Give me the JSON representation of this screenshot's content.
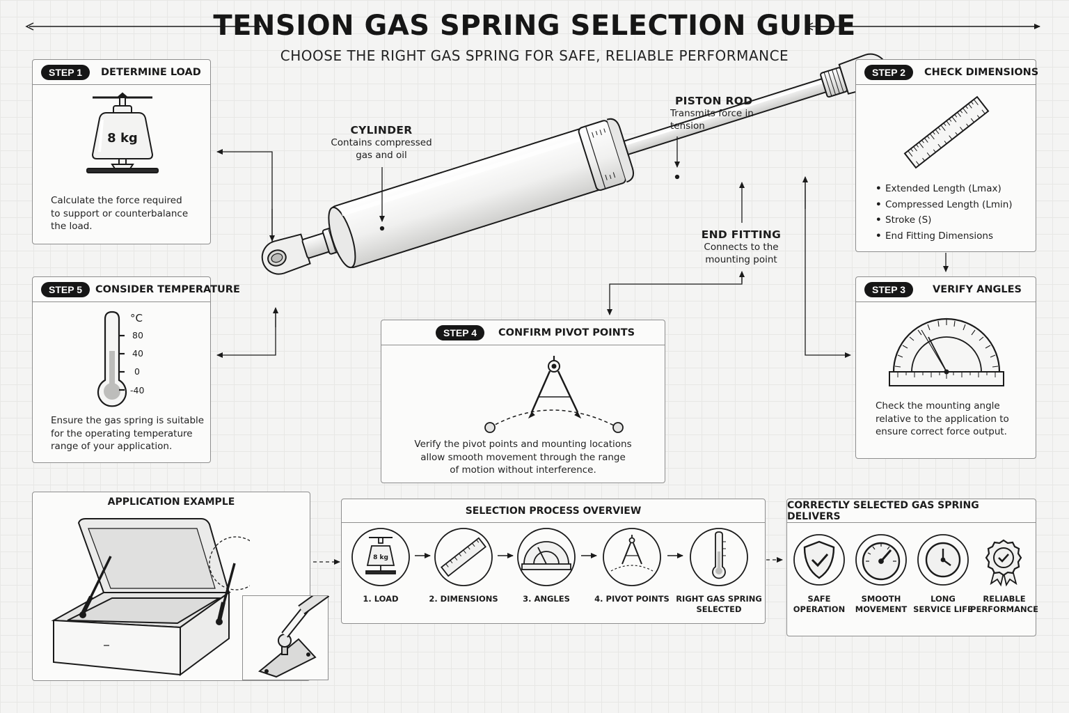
{
  "header": {
    "title": "TENSION GAS SPRING SELECTION GUIDE",
    "subtitle": "CHOOSE THE RIGHT GAS SPRING FOR SAFE, RELIABLE PERFORMANCE"
  },
  "step1": {
    "badge": "STEP 1",
    "title": "DETERMINE LOAD",
    "weight_label": "8 kg",
    "text": "Calculate the force required\nto support or counterbalance\nthe load."
  },
  "step2": {
    "badge": "STEP 2",
    "title": "CHECK DIMENSIONS",
    "items": [
      "Extended Length (Lmax)",
      "Compressed Length (Lmin)",
      "Stroke (S)",
      "End Fitting Dimensions"
    ]
  },
  "step3": {
    "badge": "STEP 3",
    "title": "VERIFY ANGLES",
    "text": "Check the mounting angle\nrelative to the application to\nensure correct force output."
  },
  "step4": {
    "badge": "STEP 4",
    "title": "CONFIRM PIVOT POINTS",
    "text": "Verify the pivot points and mounting locations\nallow smooth movement through the range\nof motion without interference."
  },
  "step5": {
    "badge": "STEP 5",
    "title": "CONSIDER TEMPERATURE",
    "unit": "°C",
    "ticks": [
      "80",
      "40",
      "0",
      "-40"
    ],
    "text": "Ensure the gas spring is suitable\nfor the operating temperature\nrange of your application."
  },
  "callouts": {
    "cylinder": {
      "title": "CYLINDER",
      "desc": "Contains compressed\ngas and oil"
    },
    "piston_rod": {
      "title": "PISTON ROD",
      "desc": "Transmits force in\ntension"
    },
    "end_fitting": {
      "title": "END FITTING",
      "desc": "Connects to the\nmounting point"
    }
  },
  "application": {
    "title": "APPLICATION EXAMPLE"
  },
  "overview": {
    "title": "SELECTION PROCESS OVERVIEW",
    "weight_label": "8 kg",
    "steps": [
      "1. LOAD",
      "2. DIMENSIONS",
      "3. ANGLES",
      "4. PIVOT POINTS",
      "RIGHT GAS SPRING\nSELECTED"
    ]
  },
  "benefits": {
    "title": "CORRECTLY SELECTED GAS SPRING DELIVERS",
    "items": [
      "SAFE\nOPERATION",
      "SMOOTH\nMOVEMENT",
      "LONG\nSERVICE LIFE",
      "RELIABLE\nPERFORMANCE"
    ]
  }
}
